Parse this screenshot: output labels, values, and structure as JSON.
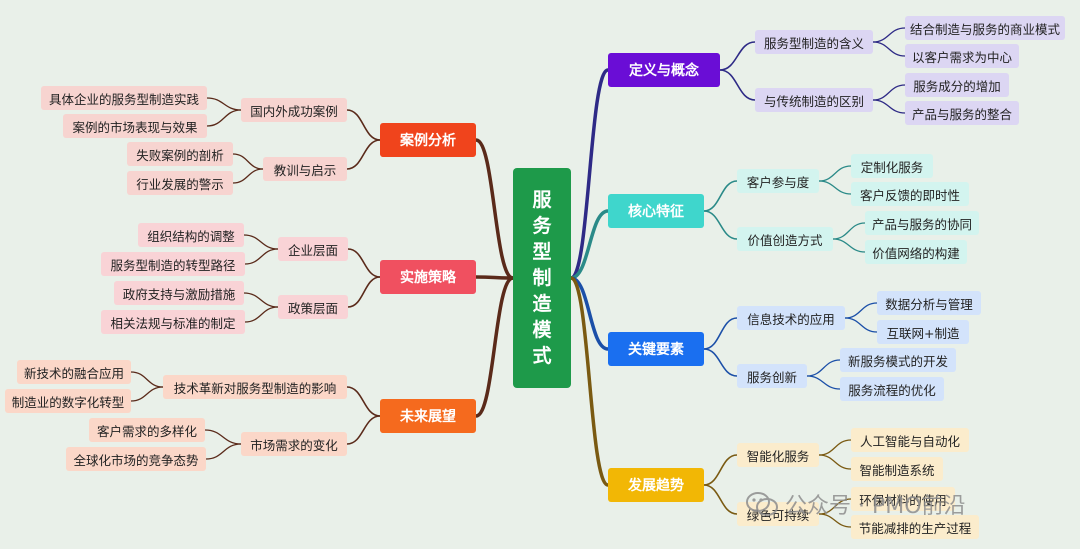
{
  "root": {
    "label": "服务型制造模式"
  },
  "branches": [
    {
      "id": "def",
      "label": "定义与概念",
      "color": "#6a0dd6",
      "sub_color": "#dcd6f3",
      "line": "#2e2a86",
      "children": [
        {
          "label": "服务型制造的含义",
          "children": [
            "结合制造与服务的商业模式",
            "以客户需求为中心"
          ]
        },
        {
          "label": "与传统制造的区别",
          "children": [
            "服务成分的增加",
            "产品与服务的整合"
          ]
        }
      ]
    },
    {
      "id": "feat",
      "label": "核心特征",
      "color": "#3fd6cc",
      "sub_color": "#d3f4ef",
      "line": "#2a8a88",
      "children": [
        {
          "label": "客户参与度",
          "children": [
            "定制化服务",
            "客户反馈的即时性"
          ]
        },
        {
          "label": "价值创造方式",
          "children": [
            "产品与服务的协同",
            "价值网络的构建"
          ]
        }
      ]
    },
    {
      "id": "key",
      "label": "关键要素",
      "color": "#1a6ff0",
      "sub_color": "#d3e3fb",
      "line": "#1b4fa8",
      "children": [
        {
          "label": "信息技术的应用",
          "children": [
            "数据分析与管理",
            "互联网+制造"
          ]
        },
        {
          "label": "服务创新",
          "children": [
            "新服务模式的开发",
            "服务流程的优化"
          ]
        }
      ]
    },
    {
      "id": "trend",
      "label": "发展趋势",
      "color": "#f2b705",
      "sub_color": "#fbeccc",
      "line": "#7a5a12",
      "children": [
        {
          "label": "智能化服务",
          "children": [
            "人工智能与自动化",
            "智能制造系统"
          ]
        },
        {
          "label": "绿色可持续",
          "children": [
            "环保材料的使用",
            "节能减排的生产过程"
          ]
        }
      ]
    },
    {
      "id": "case",
      "label": "案例分析",
      "color": "#f0441c",
      "sub_color": "#f7d4d0",
      "line": "#5a2a1a",
      "children": [
        {
          "label": "国内外成功案例",
          "children": [
            "具体企业的服务型制造实践",
            "案例的市场表现与效果"
          ]
        },
        {
          "label": "教训与启示",
          "children": [
            "失败案例的剖析",
            "行业发展的警示"
          ]
        }
      ]
    },
    {
      "id": "impl",
      "label": "实施策略",
      "color": "#f05060",
      "sub_color": "#f9d3d6",
      "line": "#5a2a1a",
      "children": [
        {
          "label": "企业层面",
          "children": [
            "组织结构的调整",
            "服务型制造的转型路径"
          ]
        },
        {
          "label": "政策层面",
          "children": [
            "政府支持与激励措施",
            "相关法规与标准的制定"
          ]
        }
      ]
    },
    {
      "id": "future",
      "label": "未来展望",
      "color": "#f56a1e",
      "sub_color": "#fbd7c8",
      "line": "#5a2a1a",
      "children": [
        {
          "label": "技术革新对服务型制造的影响",
          "children": [
            "新技术的融合应用",
            "制造业的数字化转型"
          ]
        },
        {
          "label": "市场需求的变化",
          "children": [
            "客户需求的多样化",
            "全球化市场的竞争态势"
          ]
        }
      ]
    }
  ],
  "watermark": {
    "label": "公众号 · PMO前沿",
    "icon": "wechat-icon"
  }
}
